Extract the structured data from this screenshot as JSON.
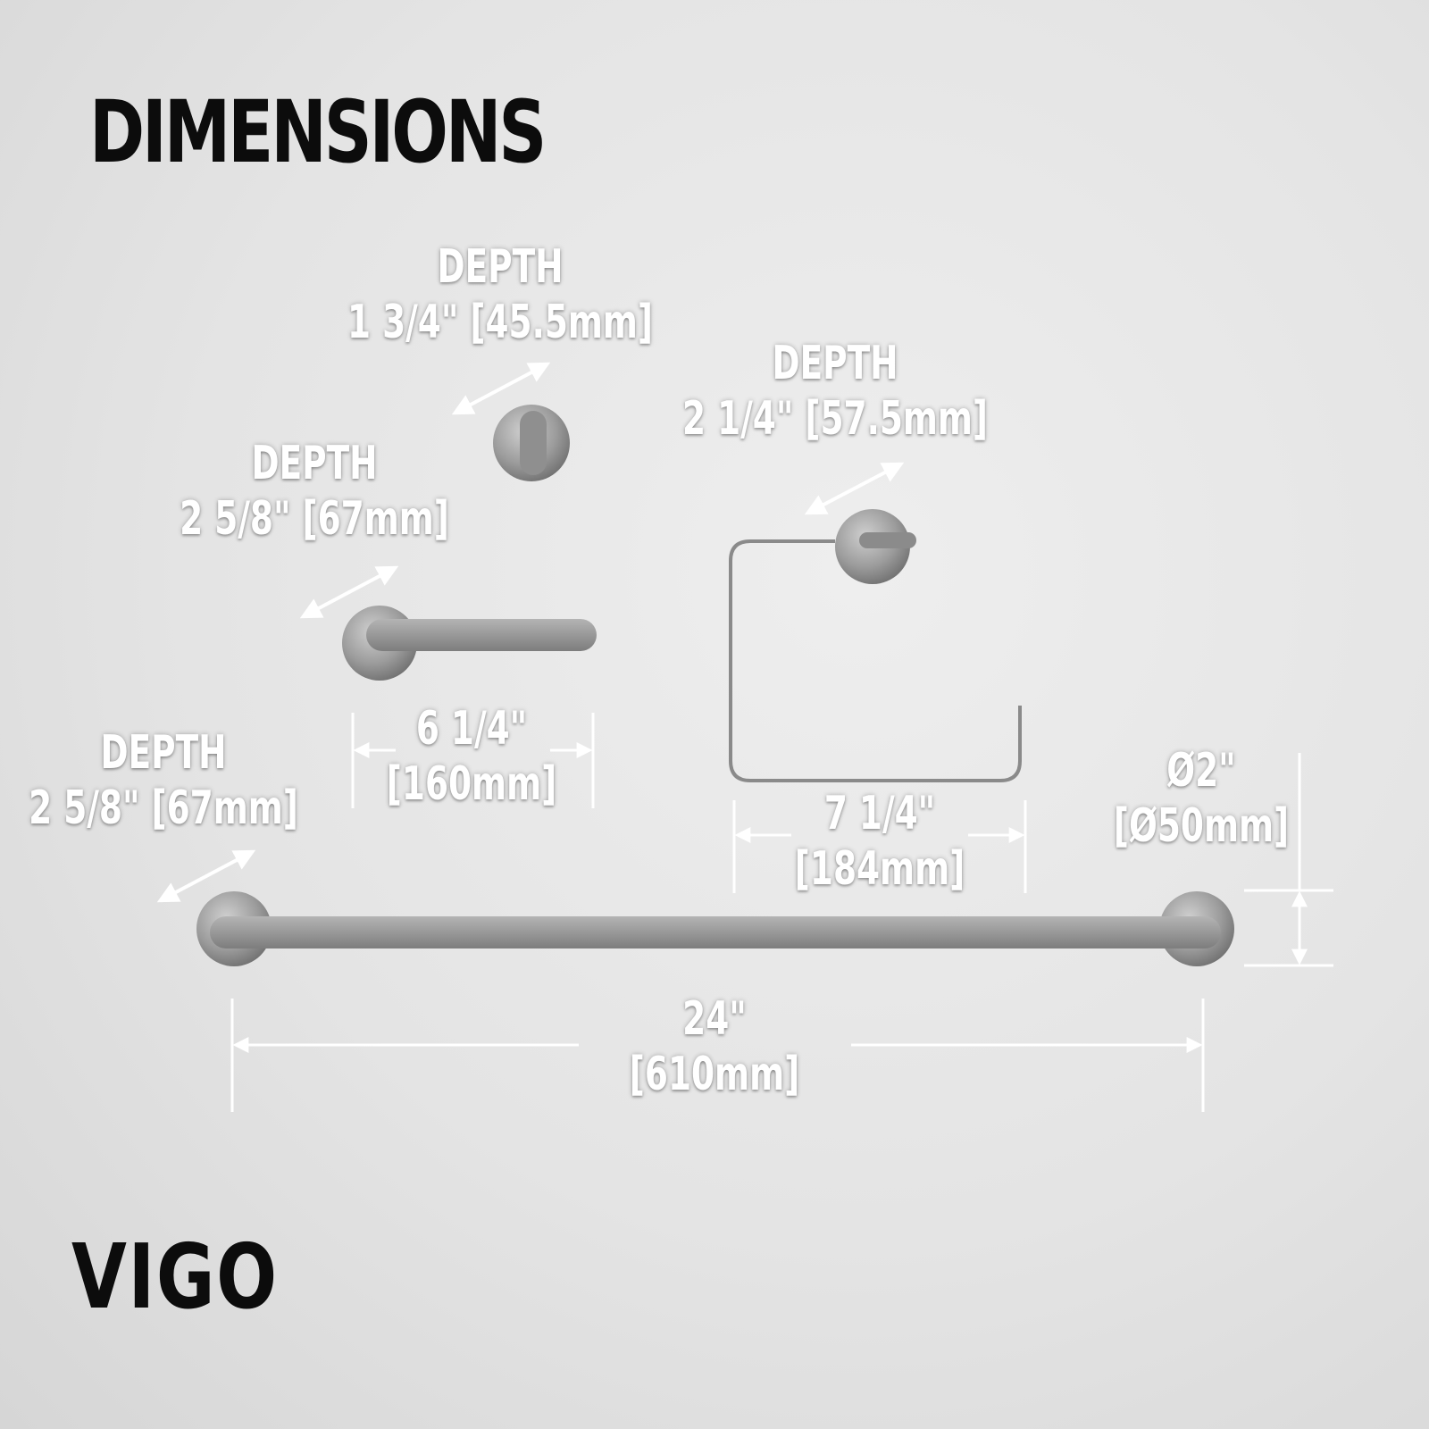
{
  "title": "DIMENSIONS",
  "brand": "VIGO",
  "labels": {
    "hook_depth": {
      "heading": "DEPTH",
      "value": "1 3/4\" [45.5mm]"
    },
    "hook_long_depth": {
      "heading": "DEPTH",
      "value": "2 5/8\" [67mm]"
    },
    "hook_long_width": {
      "imperial": "6 1/4\"",
      "metric": "[160mm]"
    },
    "ring_depth": {
      "heading": "DEPTH",
      "value": "2 1/4\" [57.5mm]"
    },
    "ring_width": {
      "imperial": "7 1/4\"",
      "metric": "[184mm]"
    },
    "bar_depth": {
      "heading": "DEPTH",
      "value": "2 5/8\" [67mm]"
    },
    "bar_length": {
      "imperial": "24\"",
      "metric": "[610mm]"
    },
    "bar_diameter": {
      "imperial": "Ø2\"",
      "metric": "[Ø50mm]"
    }
  },
  "colors": {
    "metal": "#9a9a9a",
    "annotation": "#ffffff",
    "text": "#0c0c0c"
  }
}
